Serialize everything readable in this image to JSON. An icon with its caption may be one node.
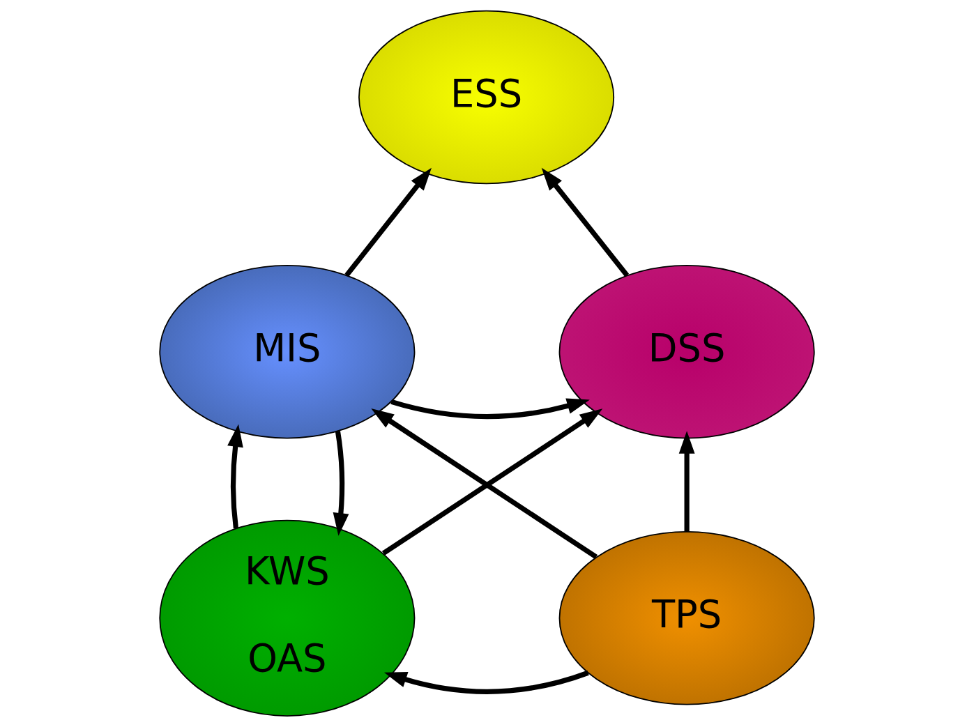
{
  "diagram": {
    "nodes": [
      {
        "text": [
          "ESS"
        ]
      },
      {
        "text": [
          "MIS"
        ]
      },
      {
        "text": [
          "DSS"
        ]
      },
      {
        "text": [
          "KWS",
          "OAS"
        ]
      },
      {
        "text": [
          "TPS"
        ]
      }
    ],
    "edges": [
      {
        "from": 1,
        "to": 0,
        "arrow": "to"
      },
      {
        "from": 2,
        "to": 0,
        "arrow": "to"
      },
      {
        "from": 1,
        "to": 2,
        "arrow": "to"
      },
      {
        "from": 4,
        "to": 1,
        "arrow": "to"
      },
      {
        "from": 3,
        "to": 2,
        "arrow": "to"
      },
      {
        "from": 1,
        "to": 3,
        "arrow": "to"
      },
      {
        "from": 3,
        "to": 1,
        "arrow": "to"
      },
      {
        "from": 4,
        "to": 2,
        "arrow": "to"
      },
      {
        "from": 4,
        "to": 3,
        "arrow": "to"
      }
    ]
  }
}
